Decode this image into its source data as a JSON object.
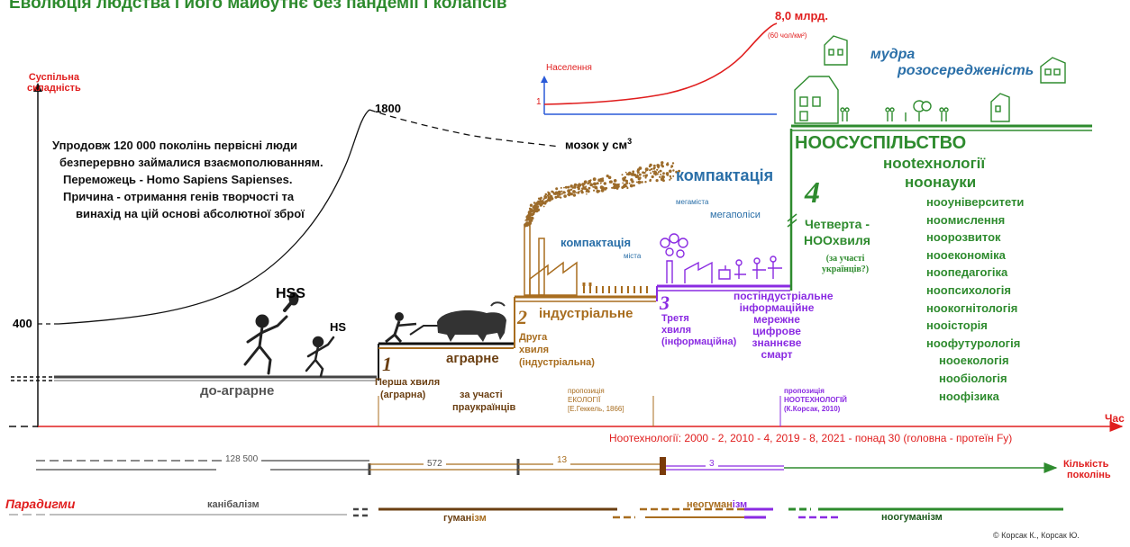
{
  "title": "Еволюція людства і його майбутнє без пандемії і колапсів",
  "y_axis_label": [
    "Суспільна",
    "складність"
  ],
  "x_axis_label": "Час",
  "brain": {
    "peak": "1800",
    "start": "400",
    "label": "мозок у см",
    "label_sup": "3"
  },
  "intro_text": [
    "Упродовж 120 000 поколінь первісні люди",
    "безперервно займалися взаємополюванням.",
    "Переможець - Homo Sapiens Sapienses.",
    "Причина - отримання генів творчості та",
    "винахід на цій основі абсолютної зброї"
  ],
  "population": {
    "label": "Населення",
    "start": "1",
    "end": "8,0 млрд.",
    "density": "(60 чол/км²)"
  },
  "hss": "HSS",
  "hs": "HS",
  "stages": {
    "pre_agrarian": "до-аграрне",
    "agrarian": "аграрне",
    "industrial": "індустріальне",
    "postindustrial": [
      "постіндустріальне",
      "інформаційне",
      "мережне",
      "цифрове",
      "знаннєве",
      "смарт"
    ]
  },
  "waves": {
    "w1_num": "1",
    "w1": [
      "Перша хвиля",
      "(аграрна)"
    ],
    "w1_note": [
      "за участі",
      "праукраїнців"
    ],
    "w2_num": "2",
    "w2": [
      "Друга",
      "хвиля",
      "(індустріальна)"
    ],
    "w3_num": "3",
    "w3": [
      "Третя",
      "хвиля",
      "(інформаційна)"
    ],
    "w4_num": "4",
    "w4": [
      "Четверта -",
      "НООхвиля"
    ],
    "w4_note": [
      "(за участі",
      "українців?)"
    ]
  },
  "compaction": {
    "cities_label": "компактація",
    "cities_sub": "міста",
    "mega_label": "компактація",
    "mega_sub1": "мегаміста",
    "mega_sub2": "мегаполіси"
  },
  "wise": [
    "мудра",
    "розосередженість"
  ],
  "noo": {
    "title": "НООСУСПІЛЬСТВО",
    "tech": "нootехнології",
    "science": "ноонауки",
    "list": [
      "нooуніверситети",
      "нooмислення",
      "нooрозвиток",
      "нooекономіка",
      "нooпедагогіка",
      "нooпсихологія",
      "нooкогнітологія",
      "нooісторія",
      "нooфутурологія",
      "нooекологія",
      "нooбіологія",
      "нooфізика"
    ]
  },
  "proposals": {
    "ecology": [
      "пропозиція",
      "ЕКОЛОГІЇ",
      "[Е.Геккель, 1866]"
    ],
    "nootech": [
      "пропозиція",
      "НООТЕХНОЛОГІЙ",
      "(К.Корсак, 2010)"
    ]
  },
  "nootech_line": "Ноотехнології:  2000 - 2, 2010 - 4, 2019 - 8, 2021 - понад 30 (головна - протеїн Fy)",
  "generations": {
    "g1": "128 500",
    "g2": "572",
    "g3": "13",
    "g4": "3",
    "label": [
      "Кількість",
      "поколінь"
    ]
  },
  "paradigms": {
    "label": "Парадигми",
    "cannibalism": "канібалізм",
    "humanism_a": "гуман",
    "humanism_b": "ізм",
    "neohumanism_a": "неогуман",
    "neohumanism_b": "ізм",
    "noohumanism": "ноогуманізм"
  },
  "copyright": "© Корсак К., Корсак Ю.",
  "colors": {
    "black": "#111111",
    "brown": "#a86d1f",
    "purple": "#8a2be2",
    "green": "#2e8b2e",
    "red": "#e01e1e",
    "blue": "#2a6fa8",
    "smoke": "#9c6b2a"
  }
}
